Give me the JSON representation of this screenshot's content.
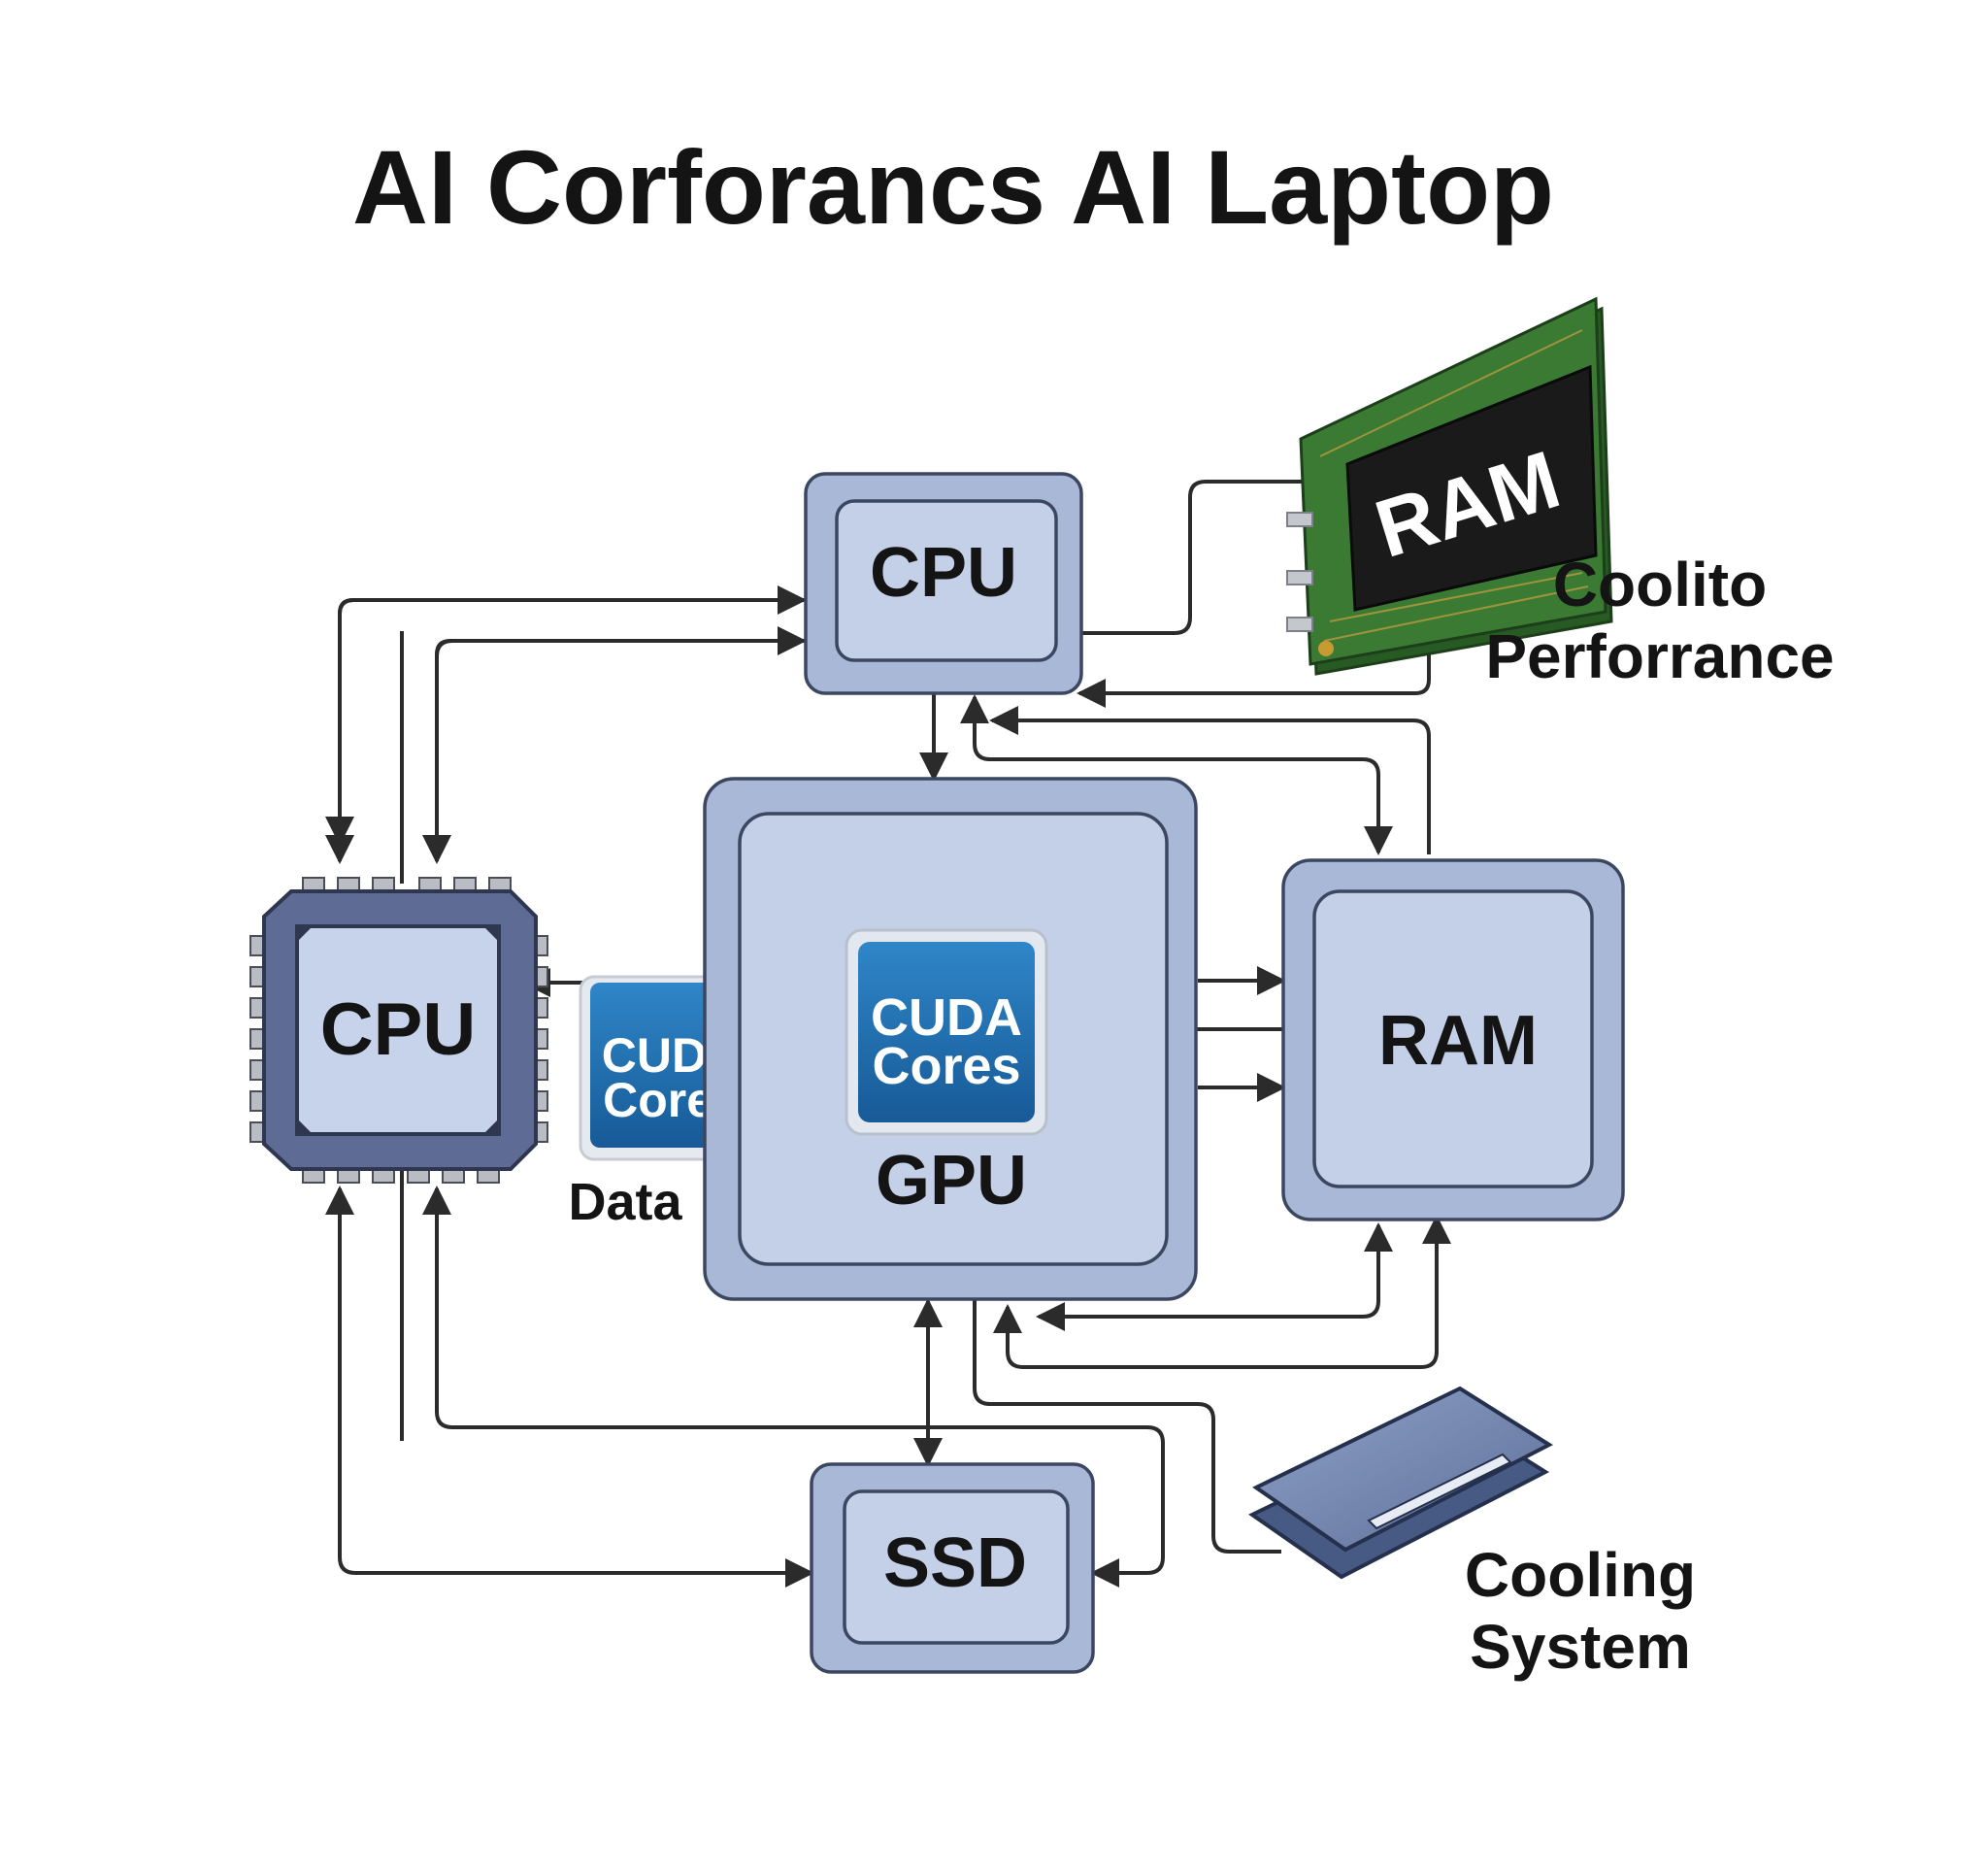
{
  "title": "AI Corforancs AI Laptop",
  "components": {
    "cpu_top": "CPU",
    "cpu_chip": "CPU",
    "gpu": "GPU",
    "gpu_cuda": [
      "CUDA",
      "Cores"
    ],
    "side_cuda": [
      "CUDA",
      "Cores"
    ],
    "ram": "RAM",
    "ssd": "SSD",
    "ram_module": "RAM"
  },
  "labels": {
    "data": "Data",
    "ram_module_caption": [
      "Coolito",
      "Perforrance"
    ],
    "cooling_caption": [
      "Cooling",
      "System"
    ]
  },
  "colors": {
    "box_outer": "#a8b8d6",
    "box_inner": "#c3d0e8",
    "cuda_blue": "#1f6aa8",
    "pcb_green": "#2f6a2a",
    "chip_dark": "#1a1a1a",
    "arrow": "#2b2b2b"
  }
}
